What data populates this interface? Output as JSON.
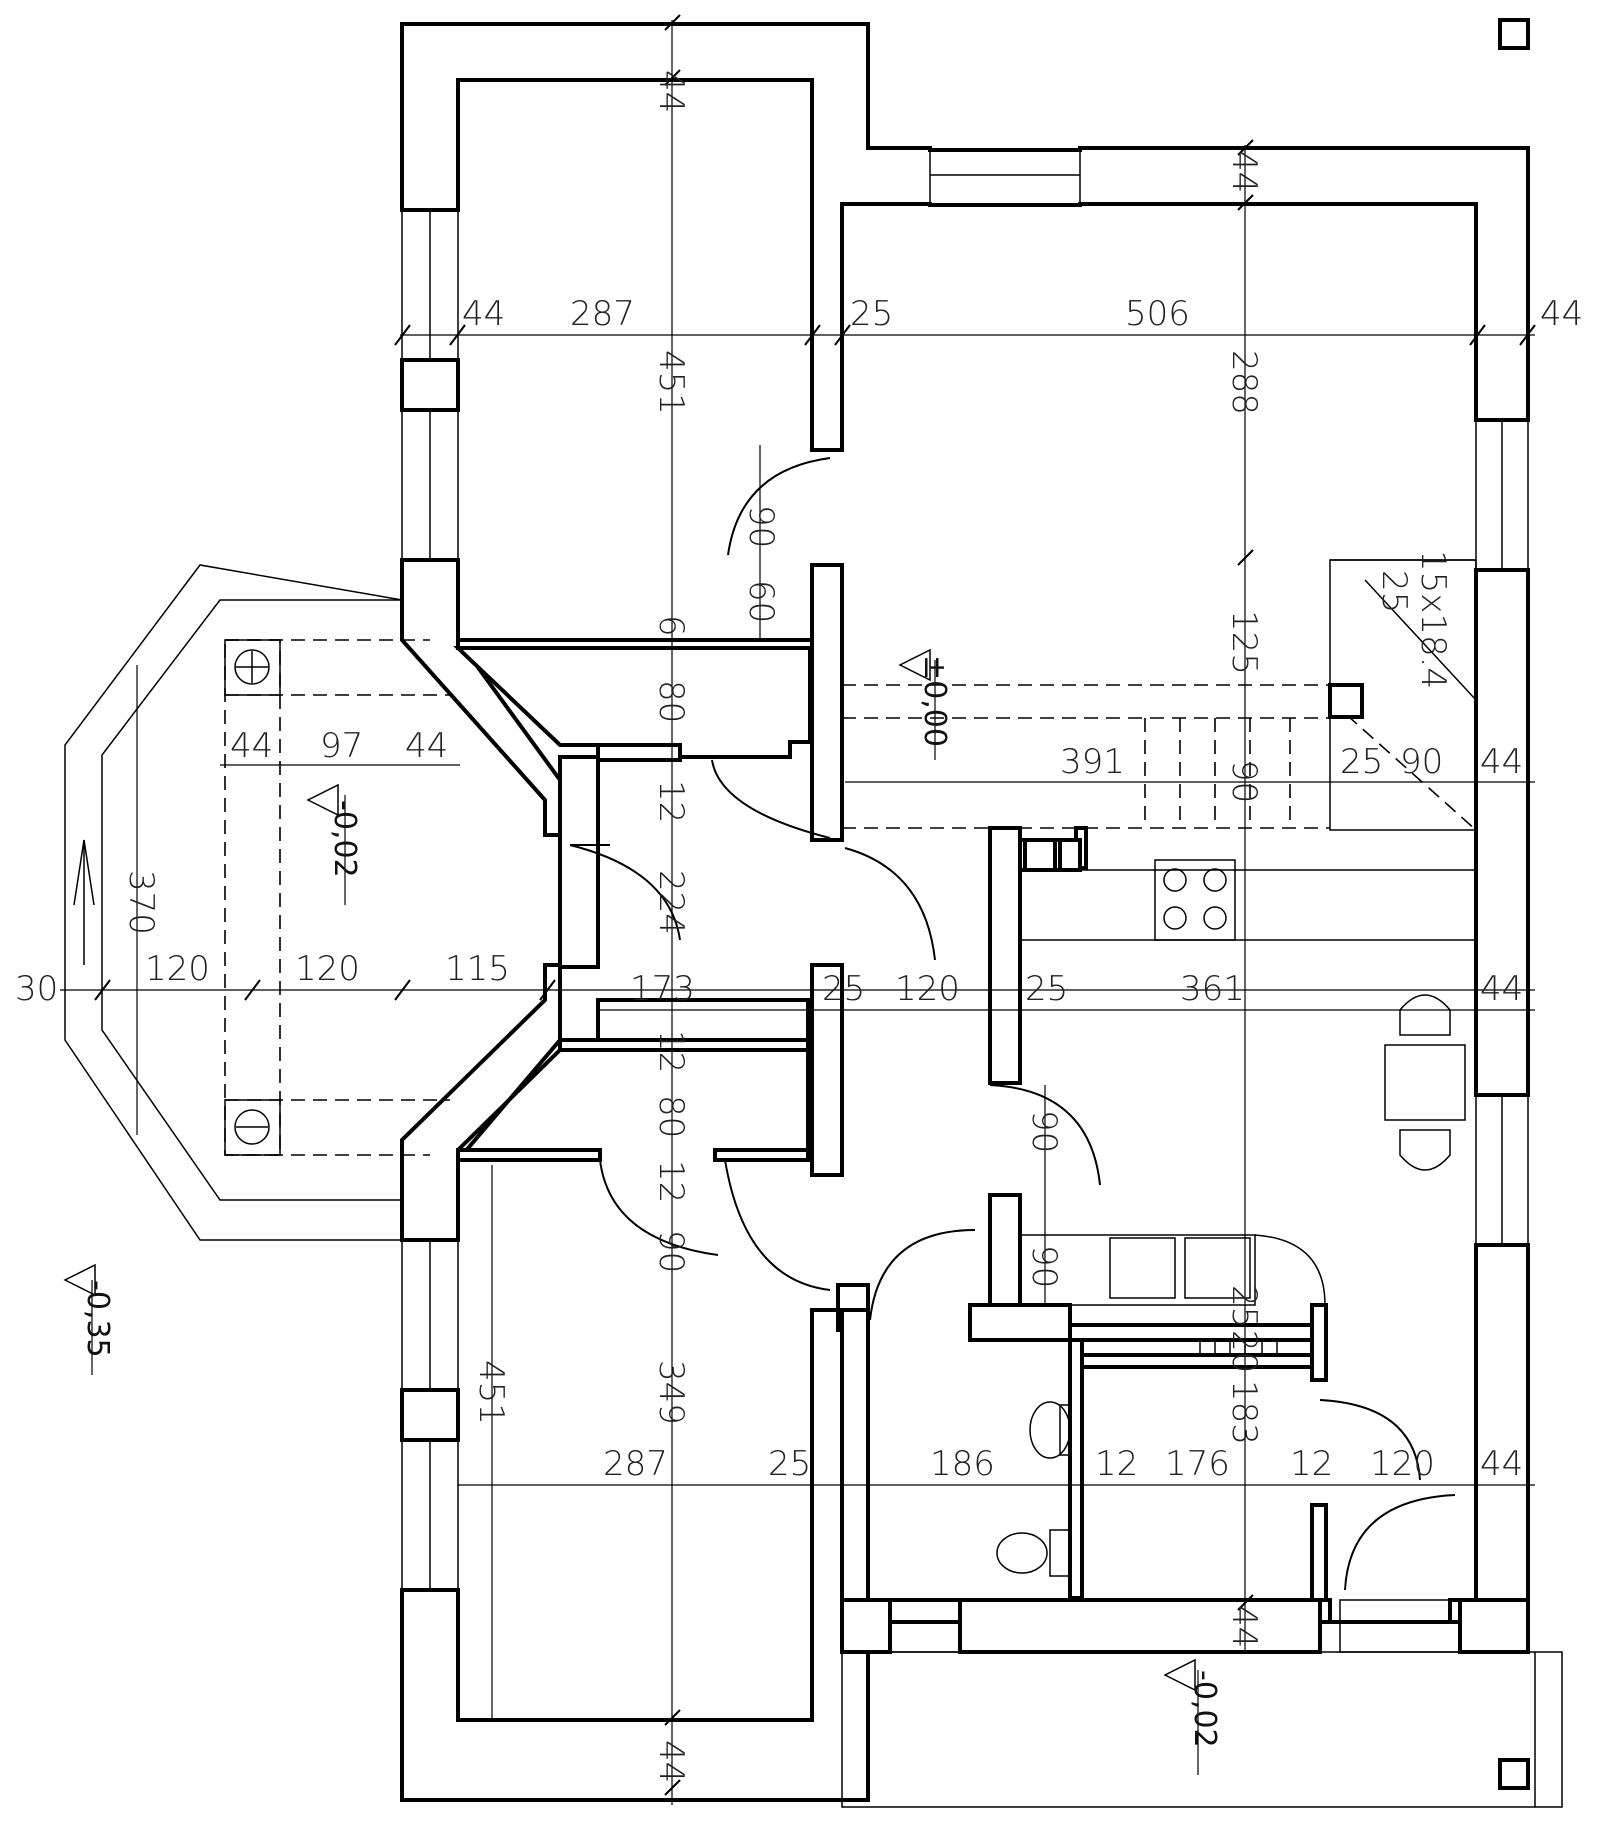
{
  "dimensions": {
    "top_wall_44": "44",
    "left_wall_44": "44",
    "room1_width_287": "287",
    "partition_25": "25",
    "living_width_506": "506",
    "right_wall_44": "44",
    "room1_height_451": "451",
    "living_height_288": "288",
    "door_90_upper": "90",
    "door_60": "60",
    "partition_6": "6",
    "hall_80": "80",
    "living_125": "125",
    "stair_spec": "15x18.4",
    "stair_25": "25",
    "porch_44a": "44",
    "porch_97": "97",
    "porch_44b": "44",
    "living_391": "391",
    "stair_90": "90",
    "stair_25b": "25",
    "stair_90b": "90",
    "right_44_mid": "44",
    "hall_12": "12",
    "hall_224": "224",
    "porch_370": "370",
    "porch_30": "30",
    "porch_120a": "120",
    "porch_120b": "120",
    "porch_115": "115",
    "hall_173": "173",
    "hall_25": "25",
    "kitchen_120": "120",
    "kitchen_25": "25",
    "kitchen_361": "361",
    "right_44_kitchen": "44",
    "hall_12b": "12",
    "hall_80b": "80",
    "hall_12c": "12",
    "hall_90": "90",
    "kitchen_door_90": "90",
    "kitchen_door_90b": "90",
    "room2_height_451": "451",
    "room2_349": "349",
    "bath_25": "25",
    "bath_20": "20",
    "bath_183": "183",
    "room2_width_287": "287",
    "room2_25": "25",
    "bath_186": "186",
    "bath_12": "12",
    "bath_176": "176",
    "bath_12b": "12",
    "entry_120": "120",
    "right_44_bottom": "44",
    "bottom_wall_44": "44",
    "bottom_44_right": "44"
  },
  "levels": {
    "porch_level": "-0,02",
    "main_level": "±0,00",
    "outside_level": "-0,35",
    "entrance_level": "-0,02"
  }
}
